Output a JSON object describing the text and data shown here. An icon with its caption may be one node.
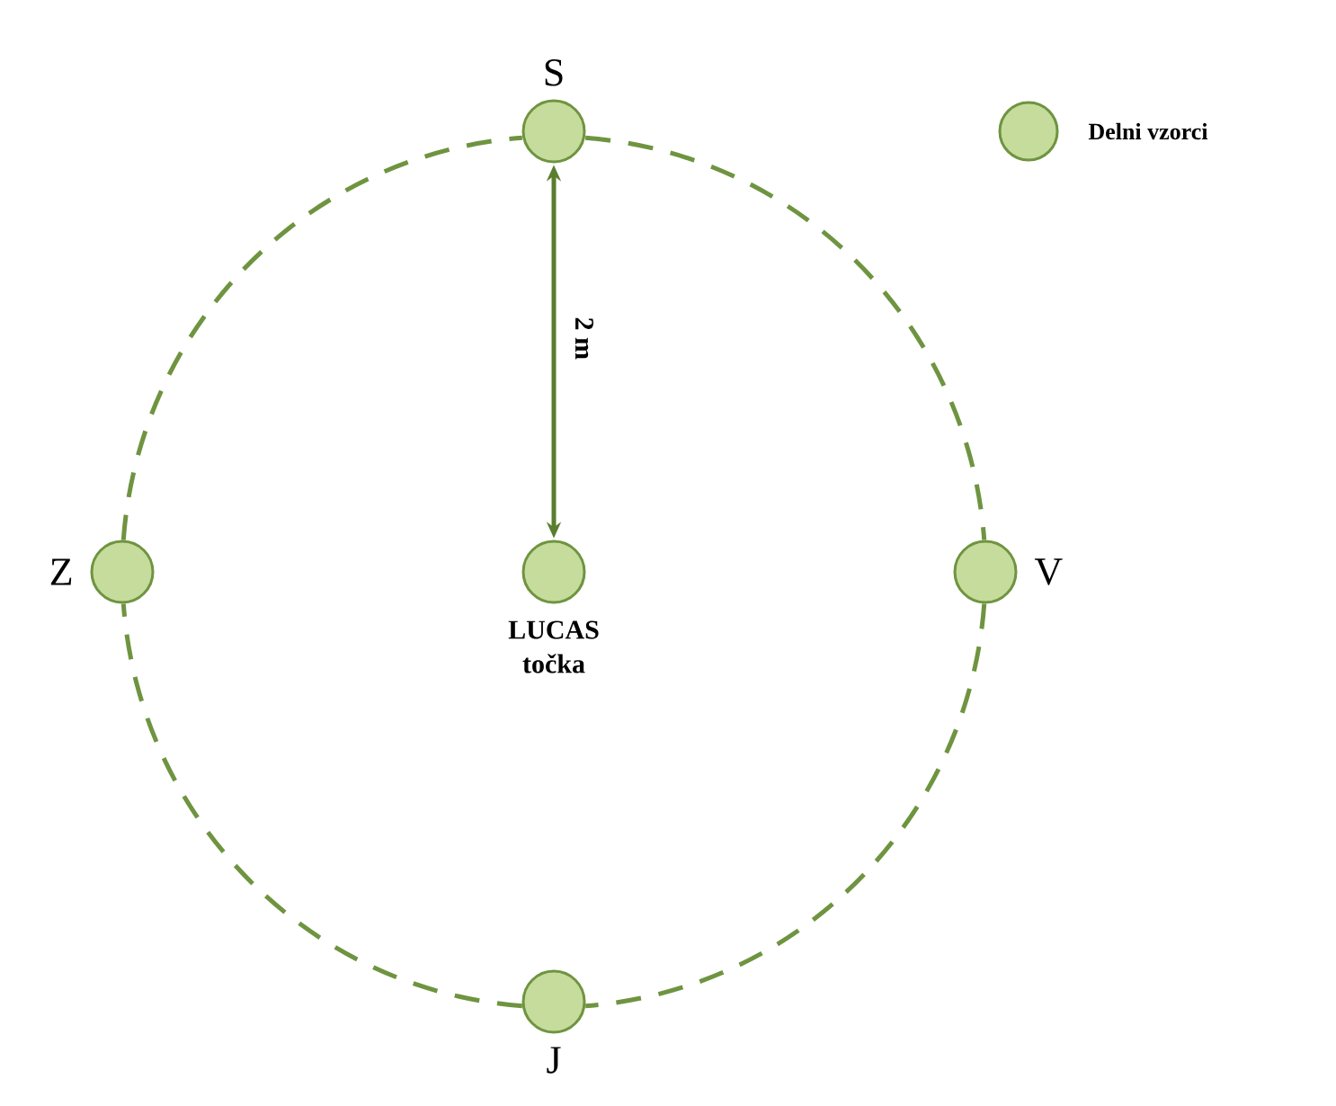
{
  "diagram": {
    "nodes": [
      {
        "text": [],
        "shape": "circle",
        "beside": [
          "S"
        ]
      },
      {
        "text": [],
        "shape": "circle",
        "beside": [
          "Z"
        ]
      },
      {
        "text": [],
        "shape": "circle",
        "beside": [
          "LUCAS točka"
        ]
      },
      {
        "text": [],
        "shape": "circle",
        "beside": [
          "V"
        ]
      },
      {
        "text": [],
        "shape": "circle",
        "beside": [
          "J"
        ]
      }
    ],
    "edges": [
      {
        "from": 0,
        "to": 2,
        "arrow": "both",
        "label": "2 m"
      },
      {
        "from": 0,
        "to": 3,
        "arrow": "none",
        "style": "dashed"
      },
      {
        "from": 3,
        "to": 4,
        "arrow": "none",
        "style": "dashed"
      },
      {
        "from": 4,
        "to": 1,
        "arrow": "none",
        "style": "dashed"
      },
      {
        "from": 1,
        "to": 0,
        "arrow": "none",
        "style": "dashed"
      }
    ],
    "legend": [
      {
        "text": "Delni vzorci",
        "color": "#c5dc9c"
      }
    ]
  }
}
